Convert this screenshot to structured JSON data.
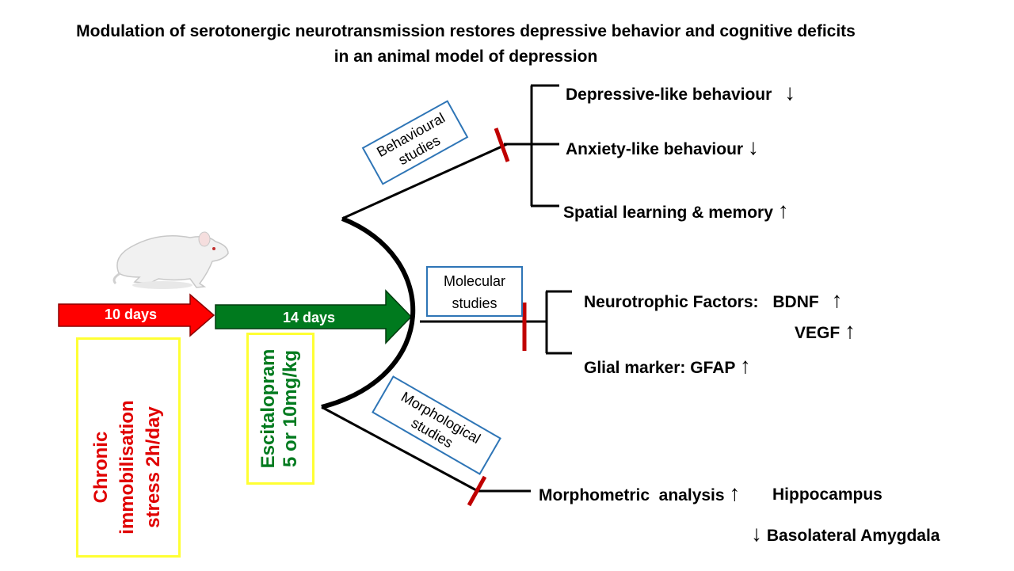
{
  "title_line1": "Modulation of serotonergic neurotransmission restores depressive behavior and cognitive deficits",
  "title_line2": "in an animal model of depression",
  "arrows": {
    "first": "10 days",
    "second": "14 days"
  },
  "colors": {
    "red_arrow": "#ff0000",
    "green_arrow": "#007a1e",
    "box_border": "#2e75b6",
    "yellow_box": "#ffff33",
    "block_bar": "#c00000"
  },
  "stress_box": {
    "line1": "Chronic",
    "line2": "immobilisation",
    "line3": "stress 2h/day"
  },
  "drug_box": {
    "line1": "Escitalopram",
    "line2": "5 or 10mg/kg"
  },
  "branches": {
    "behavioural": {
      "label1": "Behavioural",
      "label2": "studies"
    },
    "molecular": {
      "label1": "Molecular",
      "label2": "studies"
    },
    "morphological": {
      "label1": "Morphological",
      "label2": "studies"
    }
  },
  "outcomes": {
    "depressive": "Depressive-like behaviour",
    "anxiety": "Anxiety-like behaviour",
    "spatial": "Spatial learning & memory",
    "neurotrophic": "Neurotrophic Factors:",
    "bdnf": "BDNF",
    "vegf": "VEGF",
    "glial": "Glial marker: GFAP",
    "morphometric": "Morphometric  analysis",
    "hippocampus": "Hippocampus",
    "amygdala": "Basolateral Amygdala"
  },
  "symbols": {
    "up": "↑",
    "down": "↓"
  }
}
